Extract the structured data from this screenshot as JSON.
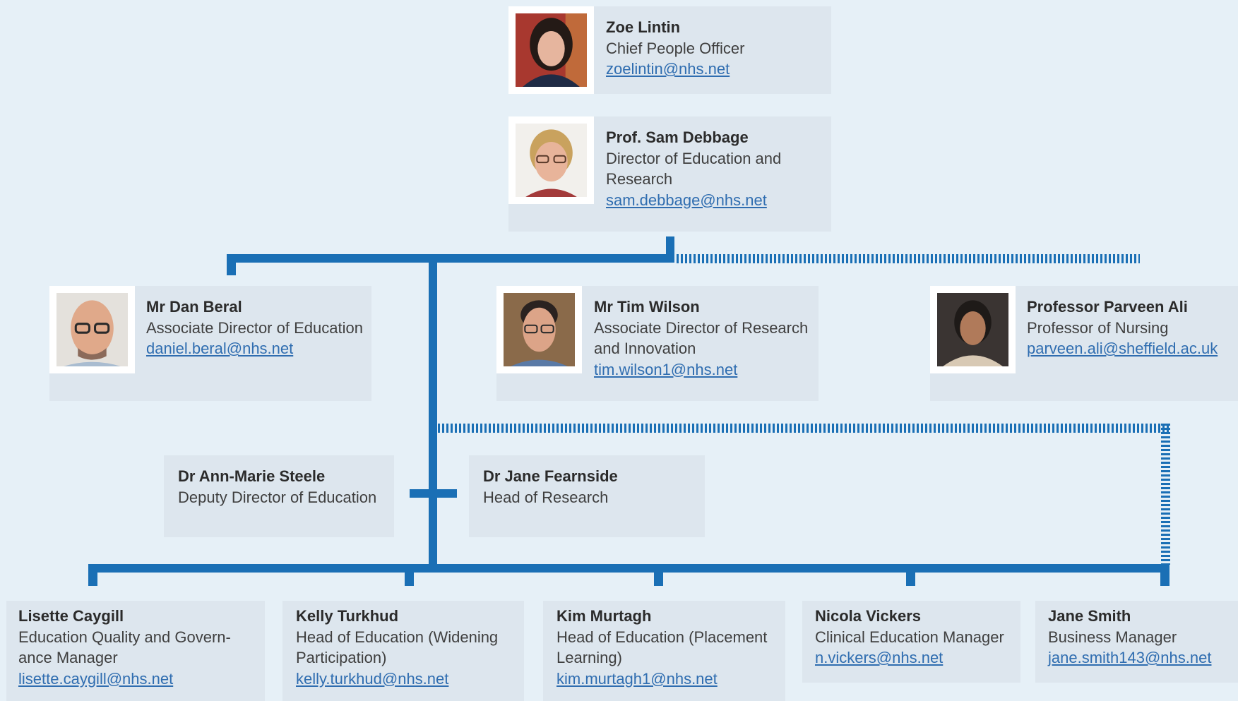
{
  "top": [
    {
      "name": "Zoe Lintin",
      "role": "Chief People Officer",
      "email": "zoelintin@nhs.net"
    },
    {
      "name": "Prof. Sam Debbage",
      "role": "Director of Education and Research",
      "email": "sam.debbage@nhs.net"
    }
  ],
  "associates": [
    {
      "name": "Mr Dan Beral",
      "role": "Associate Director of Education",
      "email": "daniel.beral@nhs.net"
    },
    {
      "name": "Mr Tim Wilson",
      "role": "Associate Director of Research and Innovation",
      "email": "tim.wilson1@nhs.net"
    },
    {
      "name": "Professor Parveen Ali",
      "role": "Professor of Nursing",
      "email": "parveen.ali@sheffield.ac.uk"
    }
  ],
  "deputies": [
    {
      "name": "Dr Ann-Marie Steele",
      "role": "Deputy Director of Education"
    },
    {
      "name": "Dr Jane Fearnside",
      "role": "Head of Research"
    }
  ],
  "staff": [
    {
      "name": "Lisette Caygill",
      "role": "Education Quality and Govern-ance Manager",
      "email": "lisette.caygill@nhs.net"
    },
    {
      "name": "Kelly Turkhud",
      "role": "Head of Education (Widening Participation)",
      "email": "kelly.turkhud@nhs.net"
    },
    {
      "name": "Kim Murtagh",
      "role": "Head of Education (Placement Learning)",
      "email": "kim.murtagh1@nhs.net"
    },
    {
      "name": "Nicola Vickers",
      "role": "Clinical Education Manager",
      "email": "n.vickers@nhs.net"
    },
    {
      "name": "Jane Smith",
      "role": "Business Manager",
      "email": "jane.smith143@nhs.net"
    }
  ],
  "colors": {
    "line": "#1a6fb5",
    "card": "#dde6ee",
    "background": "#e6f0f7",
    "link": "#2f6db0"
  }
}
